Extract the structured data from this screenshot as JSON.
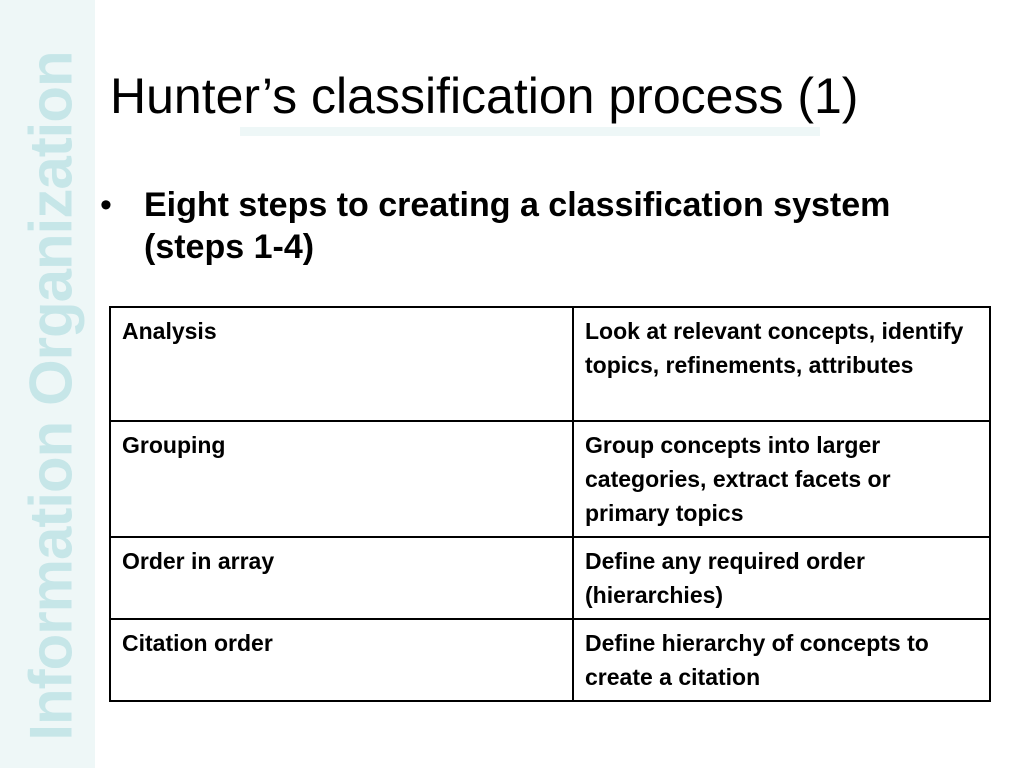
{
  "side_label": "Information Organization",
  "title": "Hunter’s classification process (1)",
  "bullet": {
    "marker": "•",
    "text": "Eight steps to creating a classification system (steps 1-4)"
  },
  "table": {
    "rows": [
      {
        "step": "Analysis",
        "description": "Look at relevant concepts, identify topics, refinements, attributes"
      },
      {
        "step": "Grouping",
        "description": "Group concepts into larger categories, extract facets or primary topics"
      },
      {
        "step": "Order in array",
        "description": "Define any required order (hierarchies)"
      },
      {
        "step": "Citation order",
        "description": "Define hierarchy of concepts to create a citation"
      }
    ]
  },
  "colors": {
    "side_band": "#eef7f7",
    "side_text": "#c6e6e8",
    "text": "#000000"
  }
}
